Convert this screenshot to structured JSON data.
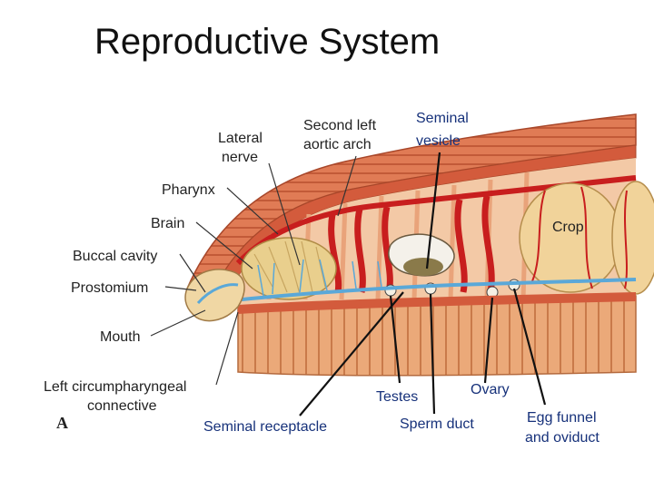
{
  "slide": {
    "title": "Reproductive System"
  },
  "figure": {
    "panel_letter": "A",
    "labels": {
      "lateral_nerve_1": "Lateral",
      "lateral_nerve_2": "nerve",
      "second_left_aortic_arch_1": "Second left",
      "second_left_aortic_arch_2": "aortic arch",
      "pharynx": "Pharynx",
      "brain": "Brain",
      "buccal_cavity": "Buccal cavity",
      "prostomium": "Prostomium",
      "mouth": "Mouth",
      "left_circumpharyngeal_1": "Left circumpharyngeal",
      "left_circumpharyngeal_2": "connective",
      "crop": "Crop"
    },
    "callouts": {
      "seminal_vesicle_1": "Seminal",
      "seminal_vesicle_2": "vesicle",
      "testes": "Testes",
      "ovary": "Ovary",
      "seminal_receptacle": "Seminal receptacle",
      "sperm_duct": "Sperm duct",
      "egg_funnel_1": "Egg funnel",
      "egg_funnel_2": "and oviduct"
    }
  },
  "colors": {
    "body_wall": "#e8a06e",
    "muscle_stripe": "#c7643f",
    "blood_vessel": "#c81e1e",
    "nerve": "#5aa8d8",
    "pharynx": "#e9cf8d",
    "callout_text": "#16317a"
  }
}
